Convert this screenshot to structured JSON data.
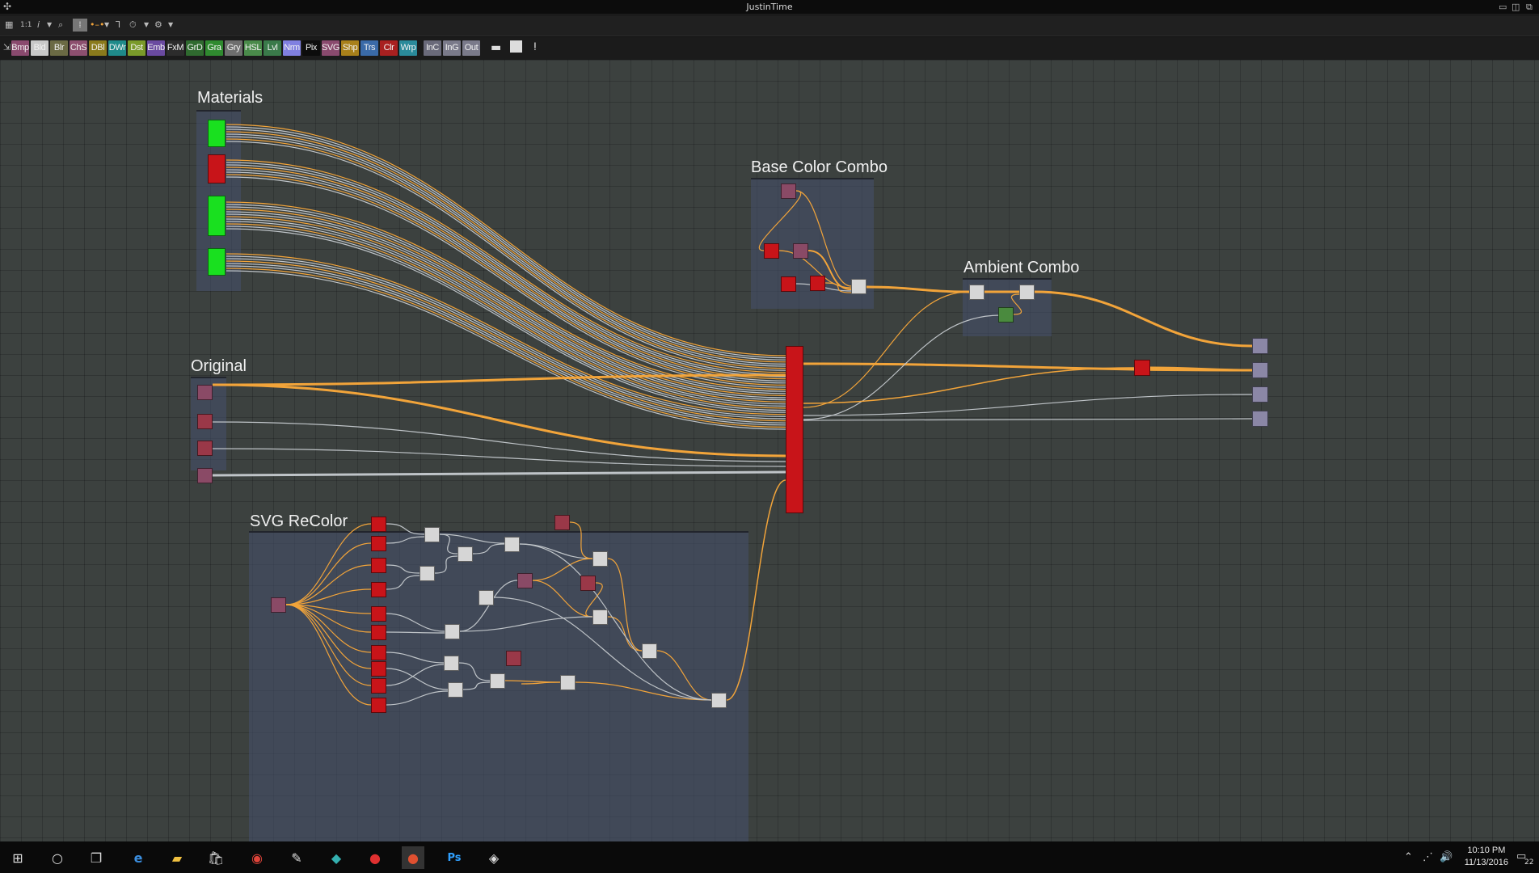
{
  "window": {
    "title": "JustinTime"
  },
  "toolbar": {
    "ratio_label": "1:1",
    "info_label": "i"
  },
  "categories": [
    {
      "label": "Bmp",
      "color": "#8a4a6e"
    },
    {
      "label": "Bld",
      "color": "#c8c8c8"
    },
    {
      "label": "Blr",
      "color": "#6b6a44"
    },
    {
      "label": "ChS",
      "color": "#8d4f6f"
    },
    {
      "label": "DBl",
      "color": "#8a7a1c"
    },
    {
      "label": "DWr",
      "color": "#1f8a8a"
    },
    {
      "label": "Dst",
      "color": "#7a9a2a"
    },
    {
      "label": "Emb",
      "color": "#6a4aa0"
    },
    {
      "label": "FxM",
      "color": "#2c2c2c"
    },
    {
      "label": "GrD",
      "color": "#2f6a2f"
    },
    {
      "label": "Gra",
      "color": "#2f8a2f"
    },
    {
      "label": "Gry",
      "color": "#6e6e6e"
    },
    {
      "label": "HSL",
      "color": "#4a8a4a"
    },
    {
      "label": "Lvl",
      "color": "#3a7a4a"
    },
    {
      "label": "Nrm",
      "color": "#8080e0"
    },
    {
      "label": "Pix",
      "color": "#0c0c0c"
    },
    {
      "label": "SVG",
      "color": "#8a4a6e"
    },
    {
      "label": "Shp",
      "color": "#a8801a"
    },
    {
      "label": "Trs",
      "color": "#3a6aa8"
    },
    {
      "label": "Clr",
      "color": "#a82020"
    },
    {
      "label": "Wrp",
      "color": "#2a8a9a"
    },
    {
      "label": "InC",
      "color": "#6a6a7a"
    },
    {
      "label": "InG",
      "color": "#7a7a8a"
    },
    {
      "label": "Out",
      "color": "#7a7a8a"
    }
  ],
  "frames": {
    "materials": "Materials",
    "base_color": "Base Color Combo",
    "ambient": "Ambient Combo",
    "original": "Original",
    "svg_recolor": "SVG ReColor"
  },
  "colors": {
    "wire_orange": "#f2a43a",
    "wire_grey": "#bfc4c8",
    "canvas": "#3c413f"
  },
  "taskbar": {
    "apps": [
      "windows-icon",
      "cortana-icon",
      "task-view-icon",
      "edge-icon",
      "explorer-icon",
      "store-icon",
      "chrome-icon",
      "zbrush-icon",
      "app-icon",
      "substance-icon",
      "substance-designer-icon",
      "photoshop-icon",
      "unity-icon"
    ],
    "time": "10:10 PM",
    "date": "11/13/2016",
    "notifications": "22"
  }
}
